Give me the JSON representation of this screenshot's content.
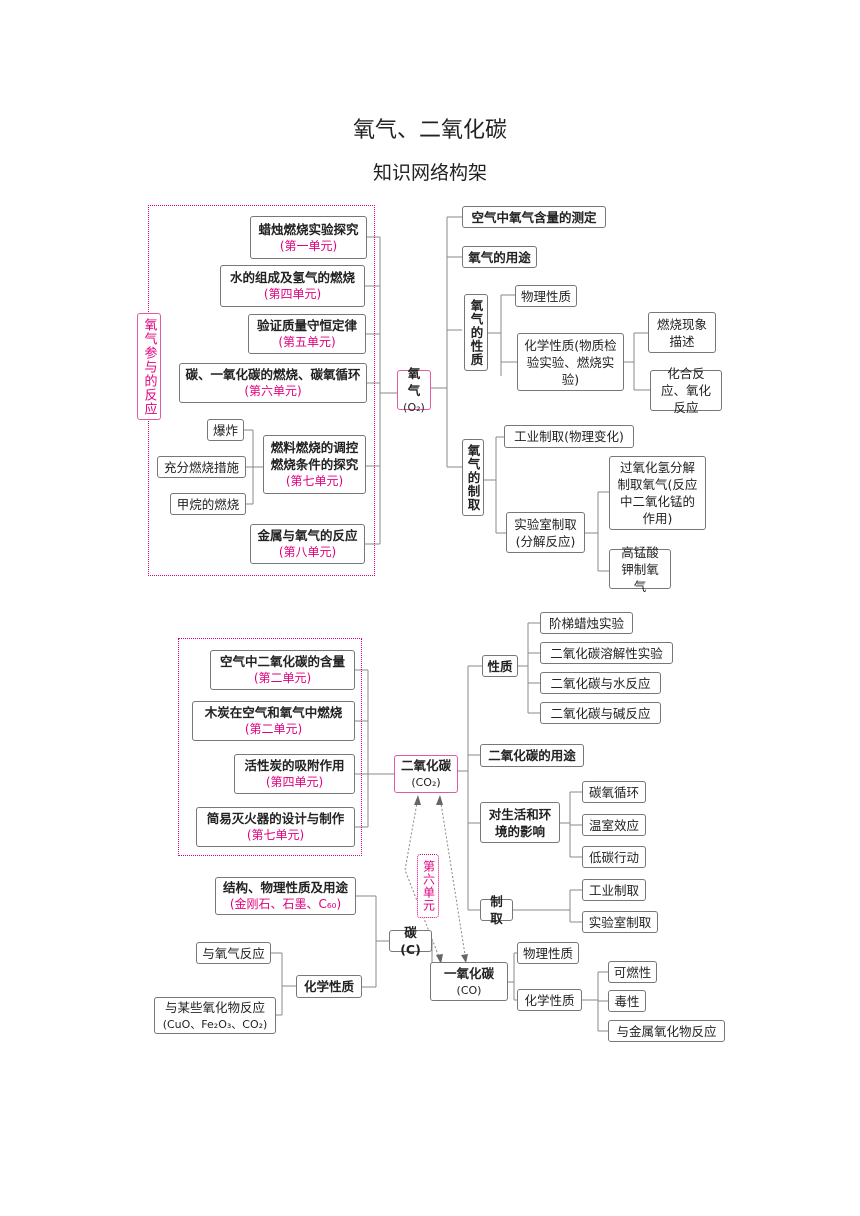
{
  "title": "氧气、二氧化碳",
  "subtitle": "知识网络构架",
  "oxygen": {
    "center": {
      "name": "氧气",
      "formula": "(O₂)"
    },
    "side_label": "氧气参与的反应",
    "left": [
      {
        "name": "蜡烛燃烧实验探究",
        "unit": "(第一单元)"
      },
      {
        "name": "水的组成及氢气的燃烧",
        "unit": "(第四单元)"
      },
      {
        "name": "验证质量守恒定律",
        "unit": "(第五单元)"
      },
      {
        "name": "碳、一氧化碳的燃烧、碳氧循环",
        "unit": "(第六单元)"
      },
      {
        "name": "燃料燃烧的调控燃烧条件的探究",
        "unit": "(第七单元)"
      },
      {
        "name": "金属与氧气的反应",
        "unit": "(第八单元)"
      }
    ],
    "fuel_sub": [
      "爆炸",
      "充分燃烧措施",
      "甲烷的燃烧"
    ],
    "right": {
      "content": "空气中氧气含量的测定",
      "use": "氧气的用途",
      "property": "氧气的性质",
      "physical": "物理性质",
      "chemical": "化学性质(物质检验实验、燃烧实验)",
      "phenomenon": "燃烧现象描述",
      "reaction": "化合反应、氧化反应",
      "prep": "氧气的制取",
      "industrial": "工业制取(物理变化)",
      "lab": "实验室制取(分解反应)",
      "h2o2": "过氧化氢分解制取氧气(反应中二氧化锰的作用)",
      "kmno4": "高锰酸钾制氧气"
    }
  },
  "co2": {
    "center": {
      "name": "二氧化碳",
      "formula": "(CO₂)"
    },
    "left": [
      {
        "name": "空气中二氧化碳的含量",
        "unit": "(第二单元)"
      },
      {
        "name": "木炭在空气和氧气中燃烧",
        "unit": "(第二单元)"
      },
      {
        "name": "活性炭的吸附作用",
        "unit": "(第四单元)"
      },
      {
        "name": "简易灭火器的设计与制作",
        "unit": "(第七单元)"
      }
    ],
    "property": "性质",
    "props": [
      "阶梯蜡烛实验",
      "二氧化碳溶解性实验",
      "二氧化碳与水反应",
      "二氧化碳与碱反应"
    ],
    "use": "二氧化碳的用途",
    "impact": "对生活和环境的影响",
    "impacts": [
      "碳氧循环",
      "温室效应",
      "低碳行动"
    ],
    "prep": "制取",
    "preps": [
      "工业制取",
      "实验室制取"
    ],
    "unit6": "第六单元"
  },
  "carbon": {
    "center": "碳(C)",
    "structure": "结构、物理性质及用途",
    "structure_note": "(金刚石、石墨、C₆₀)",
    "chem": "化学性质",
    "chem_items": [
      "与氧气反应",
      "与某些氧化物反应",
      "(CuO、Fe₂O₃、CO₂)"
    ]
  },
  "co": {
    "center": {
      "name": "一氧化碳",
      "formula": "(CO)"
    },
    "physical": "物理性质",
    "chemical": "化学性质",
    "chem_items": [
      "可燃性",
      "毒性",
      "与金属氧化物反应"
    ]
  }
}
